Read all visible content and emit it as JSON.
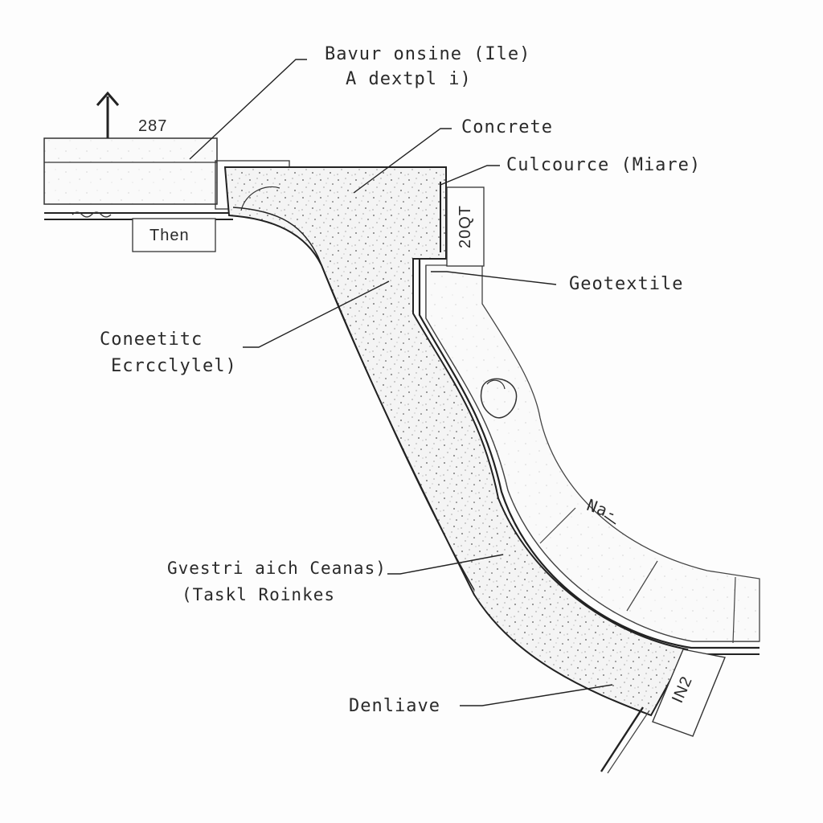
{
  "labels": {
    "top_line1": "Bavur onsine (Ile)",
    "top_line2": "A dextpl i)",
    "dim_287": "287",
    "then": "Then",
    "concrete": "Concrete",
    "culcource": "Culcource (Miare)",
    "dim_20qt": "20QT",
    "geotextile": "Geotextile",
    "coneetitc_line1": "Coneetitc",
    "coneetitc_line2": "Ecrcclylel)",
    "na": "Na-",
    "gvestriaich_line1": "Gvestri aich Ceanas)",
    "gvestriaich_line2": "(Taskl Roinkes",
    "denliave": "Denliave",
    "in2": "IN2"
  },
  "icons": [
    "up-arrow-icon"
  ],
  "colors": {
    "ink": "#2a2a2a",
    "paper": "#fdfdfd"
  }
}
